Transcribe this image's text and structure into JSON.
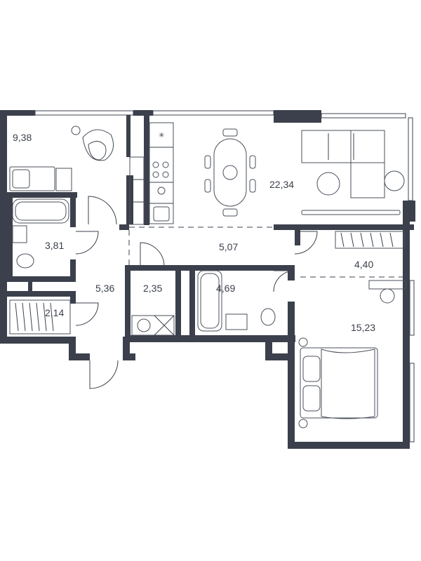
{
  "plan": {
    "rooms": [
      {
        "id": "room-9-38",
        "area": "9,38"
      },
      {
        "id": "room-22-34",
        "area": "22,34"
      },
      {
        "id": "room-3-81",
        "area": "3,81"
      },
      {
        "id": "room-5-07",
        "area": "5,07"
      },
      {
        "id": "room-4-40",
        "area": "4,40"
      },
      {
        "id": "room-5-36",
        "area": "5,36"
      },
      {
        "id": "room-2-35",
        "area": "2,35"
      },
      {
        "id": "room-4-69",
        "area": "4,69"
      },
      {
        "id": "room-2-14",
        "area": "2,14"
      },
      {
        "id": "room-15-23",
        "area": "15,23"
      }
    ],
    "colors": {
      "wall": "#3b404c",
      "text": "#3a3f4a",
      "background": "#ffffff"
    }
  }
}
